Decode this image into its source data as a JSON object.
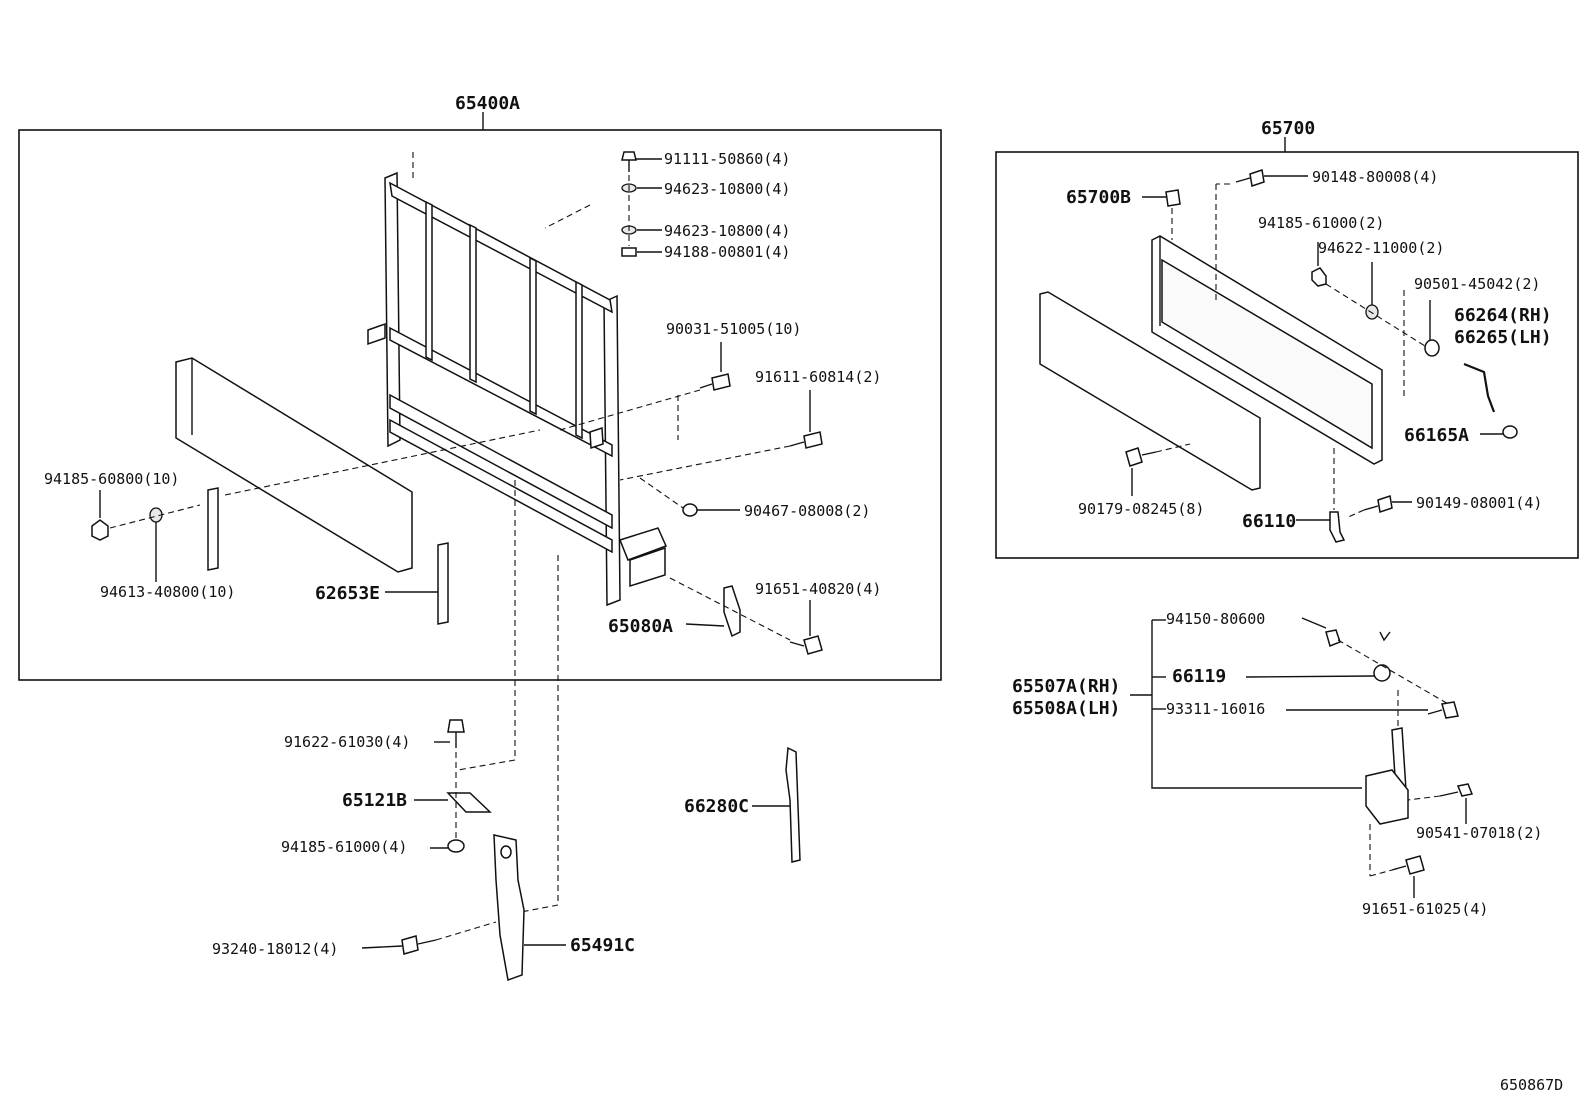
{
  "diagram": {
    "code": "650867D",
    "group_main": "65400A",
    "group_tailgate": "65700",
    "labels": {
      "p_91111": "91111-50860(4)",
      "p_94623a": "94623-10800(4)",
      "p_94623b": "94623-10800(4)",
      "p_94188": "94188-00801(4)",
      "p_90031": "90031-51005(10)",
      "p_91611": "91611-60814(2)",
      "p_94185_608": "94185-60800(10)",
      "p_90467": "90467-08008(2)",
      "p_94613": "94613-40800(10)",
      "p_62653": "62653E",
      "p_91651_408": "91651-40820(4)",
      "p_65080": "65080A",
      "p_91622": "91622-61030(4)",
      "p_65121": "65121B",
      "p_94185_610a": "94185-61000(4)",
      "p_93240": "93240-18012(4)",
      "p_65491": "65491C",
      "p_66280": "66280C",
      "p_65700b": "65700B",
      "p_90148": "90148-80008(4)",
      "p_94185_610b": "94185-61000(2)",
      "p_94622": "94622-11000(2)",
      "p_90501": "90501-45042(2)",
      "p_66264": "66264(RH)",
      "p_66265": "66265(LH)",
      "p_66165": "66165A",
      "p_90179": "90179-08245(8)",
      "p_66110": "66110",
      "p_90149": "90149-08001(4)",
      "p_94150": "94150-80600",
      "p_66119": "66119",
      "p_65507": "65507A(RH)",
      "p_65508": "65508A(LH)",
      "p_93311": "93311-16016",
      "p_90541": "90541-07018(2)",
      "p_91651_610": "91651-61025(4)"
    }
  }
}
